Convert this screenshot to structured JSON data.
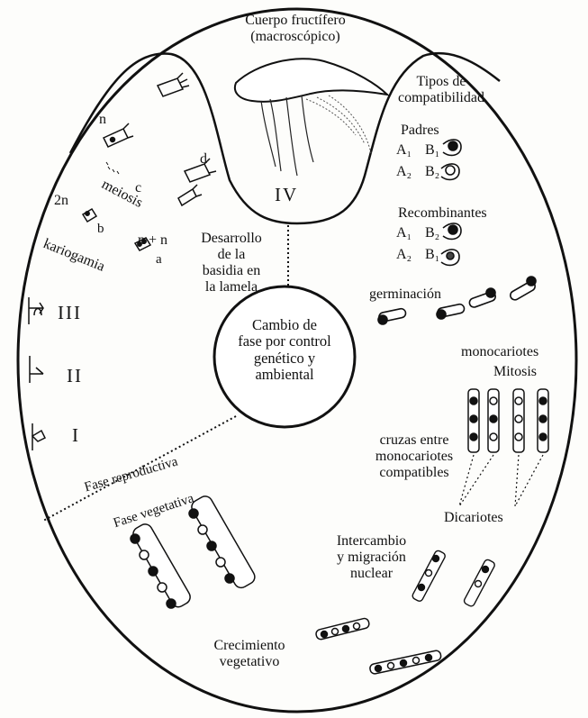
{
  "center": [
    "Cambio de",
    "fase por control",
    "genético y",
    "ambiental"
  ],
  "fruiting_body": [
    "Cuerpo fructífero",
    "(macroscópico)"
  ],
  "stages": {
    "I": "I",
    "II": "II",
    "III": "III",
    "IV": "IV"
  },
  "phases": {
    "reproductive": "Fase reproductiva",
    "vegetative": "Fase vegetativa"
  },
  "left_labels": {
    "n": "n",
    "d": "d",
    "meiosis": "meiosis",
    "c": "c",
    "two_n": "2n",
    "b": "b",
    "n_plus_n": "n + n",
    "a": "a",
    "kariogamia": "kariogamia"
  },
  "basidia": [
    "Desarrollo",
    "de la",
    "basidia en",
    "la lamela"
  ],
  "compat": {
    "title": [
      "Tipos de",
      "compatibilidad"
    ],
    "parents": {
      "label": "Padres",
      "row1": [
        "A₁",
        "B₁"
      ],
      "row2": [
        "A₂",
        "B₂"
      ]
    },
    "recombinants": {
      "label": "Recombinantes",
      "row1": [
        "A₁",
        "B₂"
      ],
      "row2": [
        "A₂",
        "B₁"
      ]
    }
  },
  "right_labels": {
    "germination": "germinación",
    "monocaryotes": "monocariotes",
    "mitosis": "Mitosis",
    "crosses": [
      "cruzas entre",
      "monocariotes",
      "compatibles"
    ],
    "dicaryotes": "Dicariotes",
    "exchange": [
      "Intercambio",
      "y migración",
      "nuclear"
    ],
    "growth": [
      "Crecimiento",
      "vegetativo"
    ]
  }
}
